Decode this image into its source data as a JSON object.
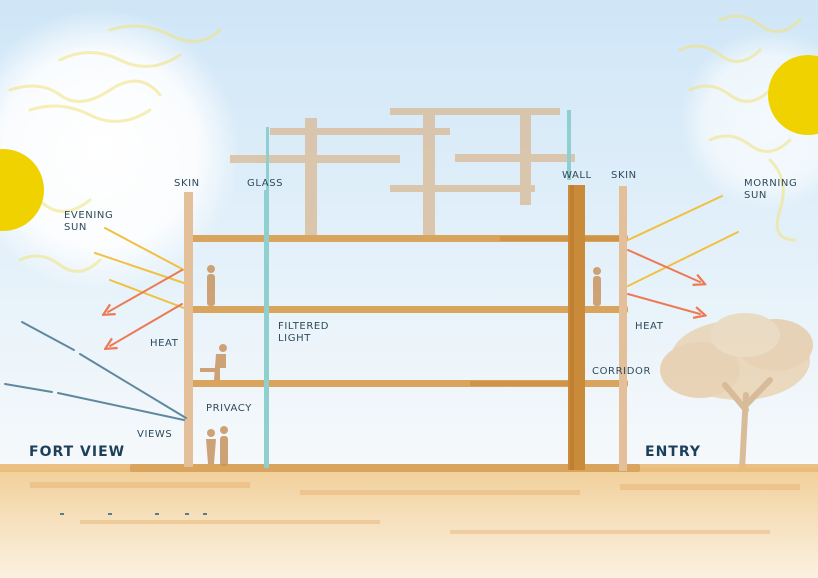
{
  "labels": {
    "skin_left": "SKIN",
    "glass": "GLASS",
    "wall": "WALL",
    "skin_right": "SKIN",
    "morning_sun": [
      "MORNING",
      "SUN"
    ],
    "evening_sun": [
      "EVENING",
      "SUN"
    ],
    "heat_left": "HEAT",
    "heat_right": "HEAT",
    "filtered_light": [
      "FILTERED",
      "LIGHT"
    ],
    "corridor": "CORRIDOR",
    "privacy": "PRIVACY",
    "views": "VIEWS",
    "fort_view": "FORT VIEW",
    "entry": "ENTRY"
  },
  "colors": {
    "sky": "#d9ecf8",
    "sun": "#f0d200",
    "structure": "#d9a45e",
    "wall": "#c98a3a",
    "glass": "#8fcfcf",
    "sun_ray": "#f2c040",
    "heat_ray": "#ec7a55",
    "view_line": "#5f88a0",
    "ground": "#f3d6a7",
    "label": "#2e4a5c"
  }
}
